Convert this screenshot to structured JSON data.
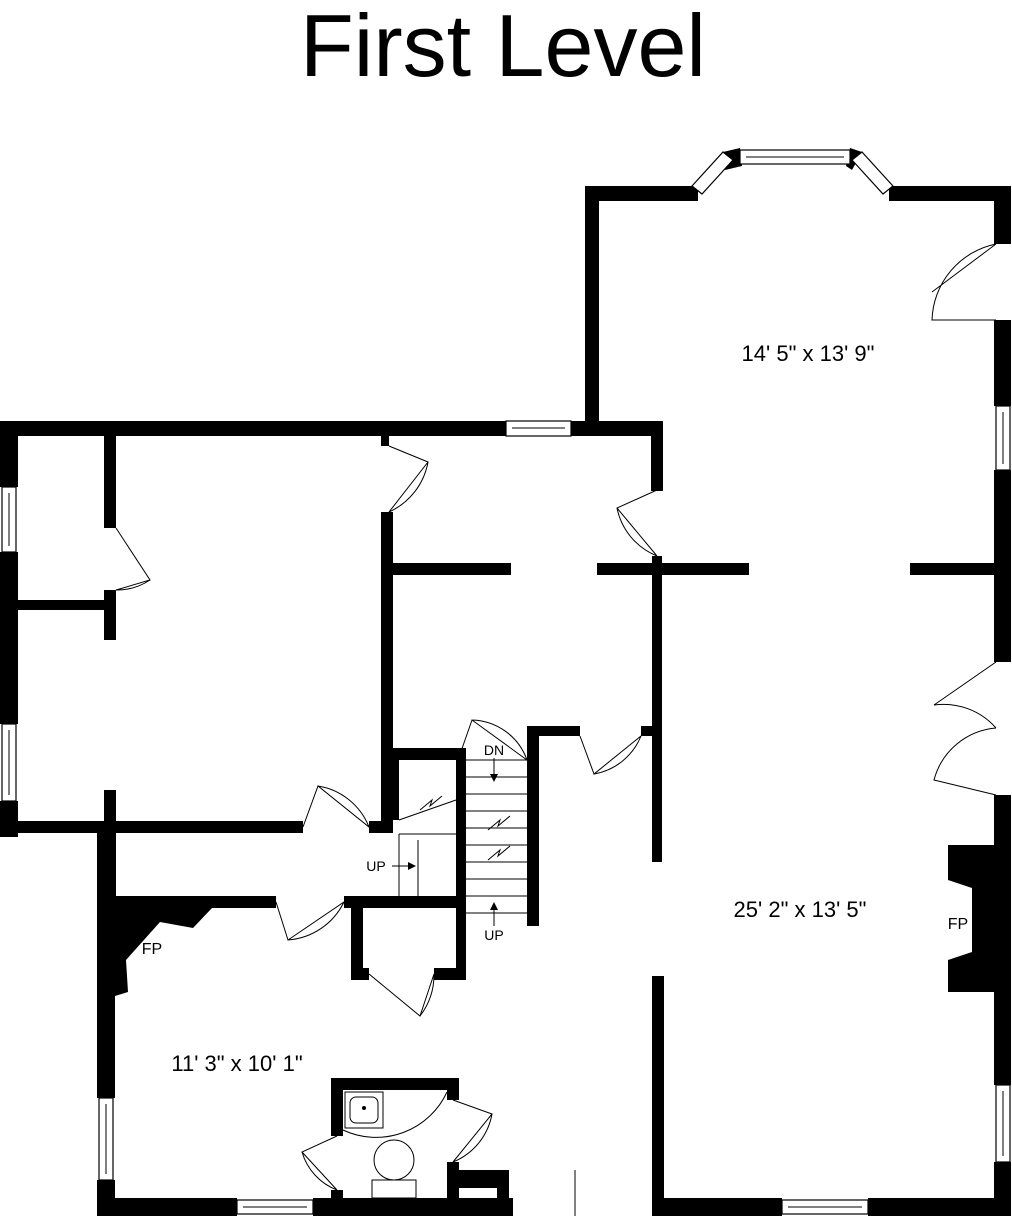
{
  "title": "First Level",
  "rooms": {
    "upper_right": "14' 5\" x 13' 9\"",
    "main_right": "25' 2\" x 13' 5\"",
    "lower_left": "11' 3\" x 10' 1\""
  },
  "fixtures": {
    "fireplace_left": "FP",
    "fireplace_right": "FP"
  },
  "stairs": {
    "down": "DN",
    "up_left": "UP",
    "up_bottom": "UP"
  },
  "colors": {
    "wall": "#000000",
    "background": "#ffffff"
  }
}
